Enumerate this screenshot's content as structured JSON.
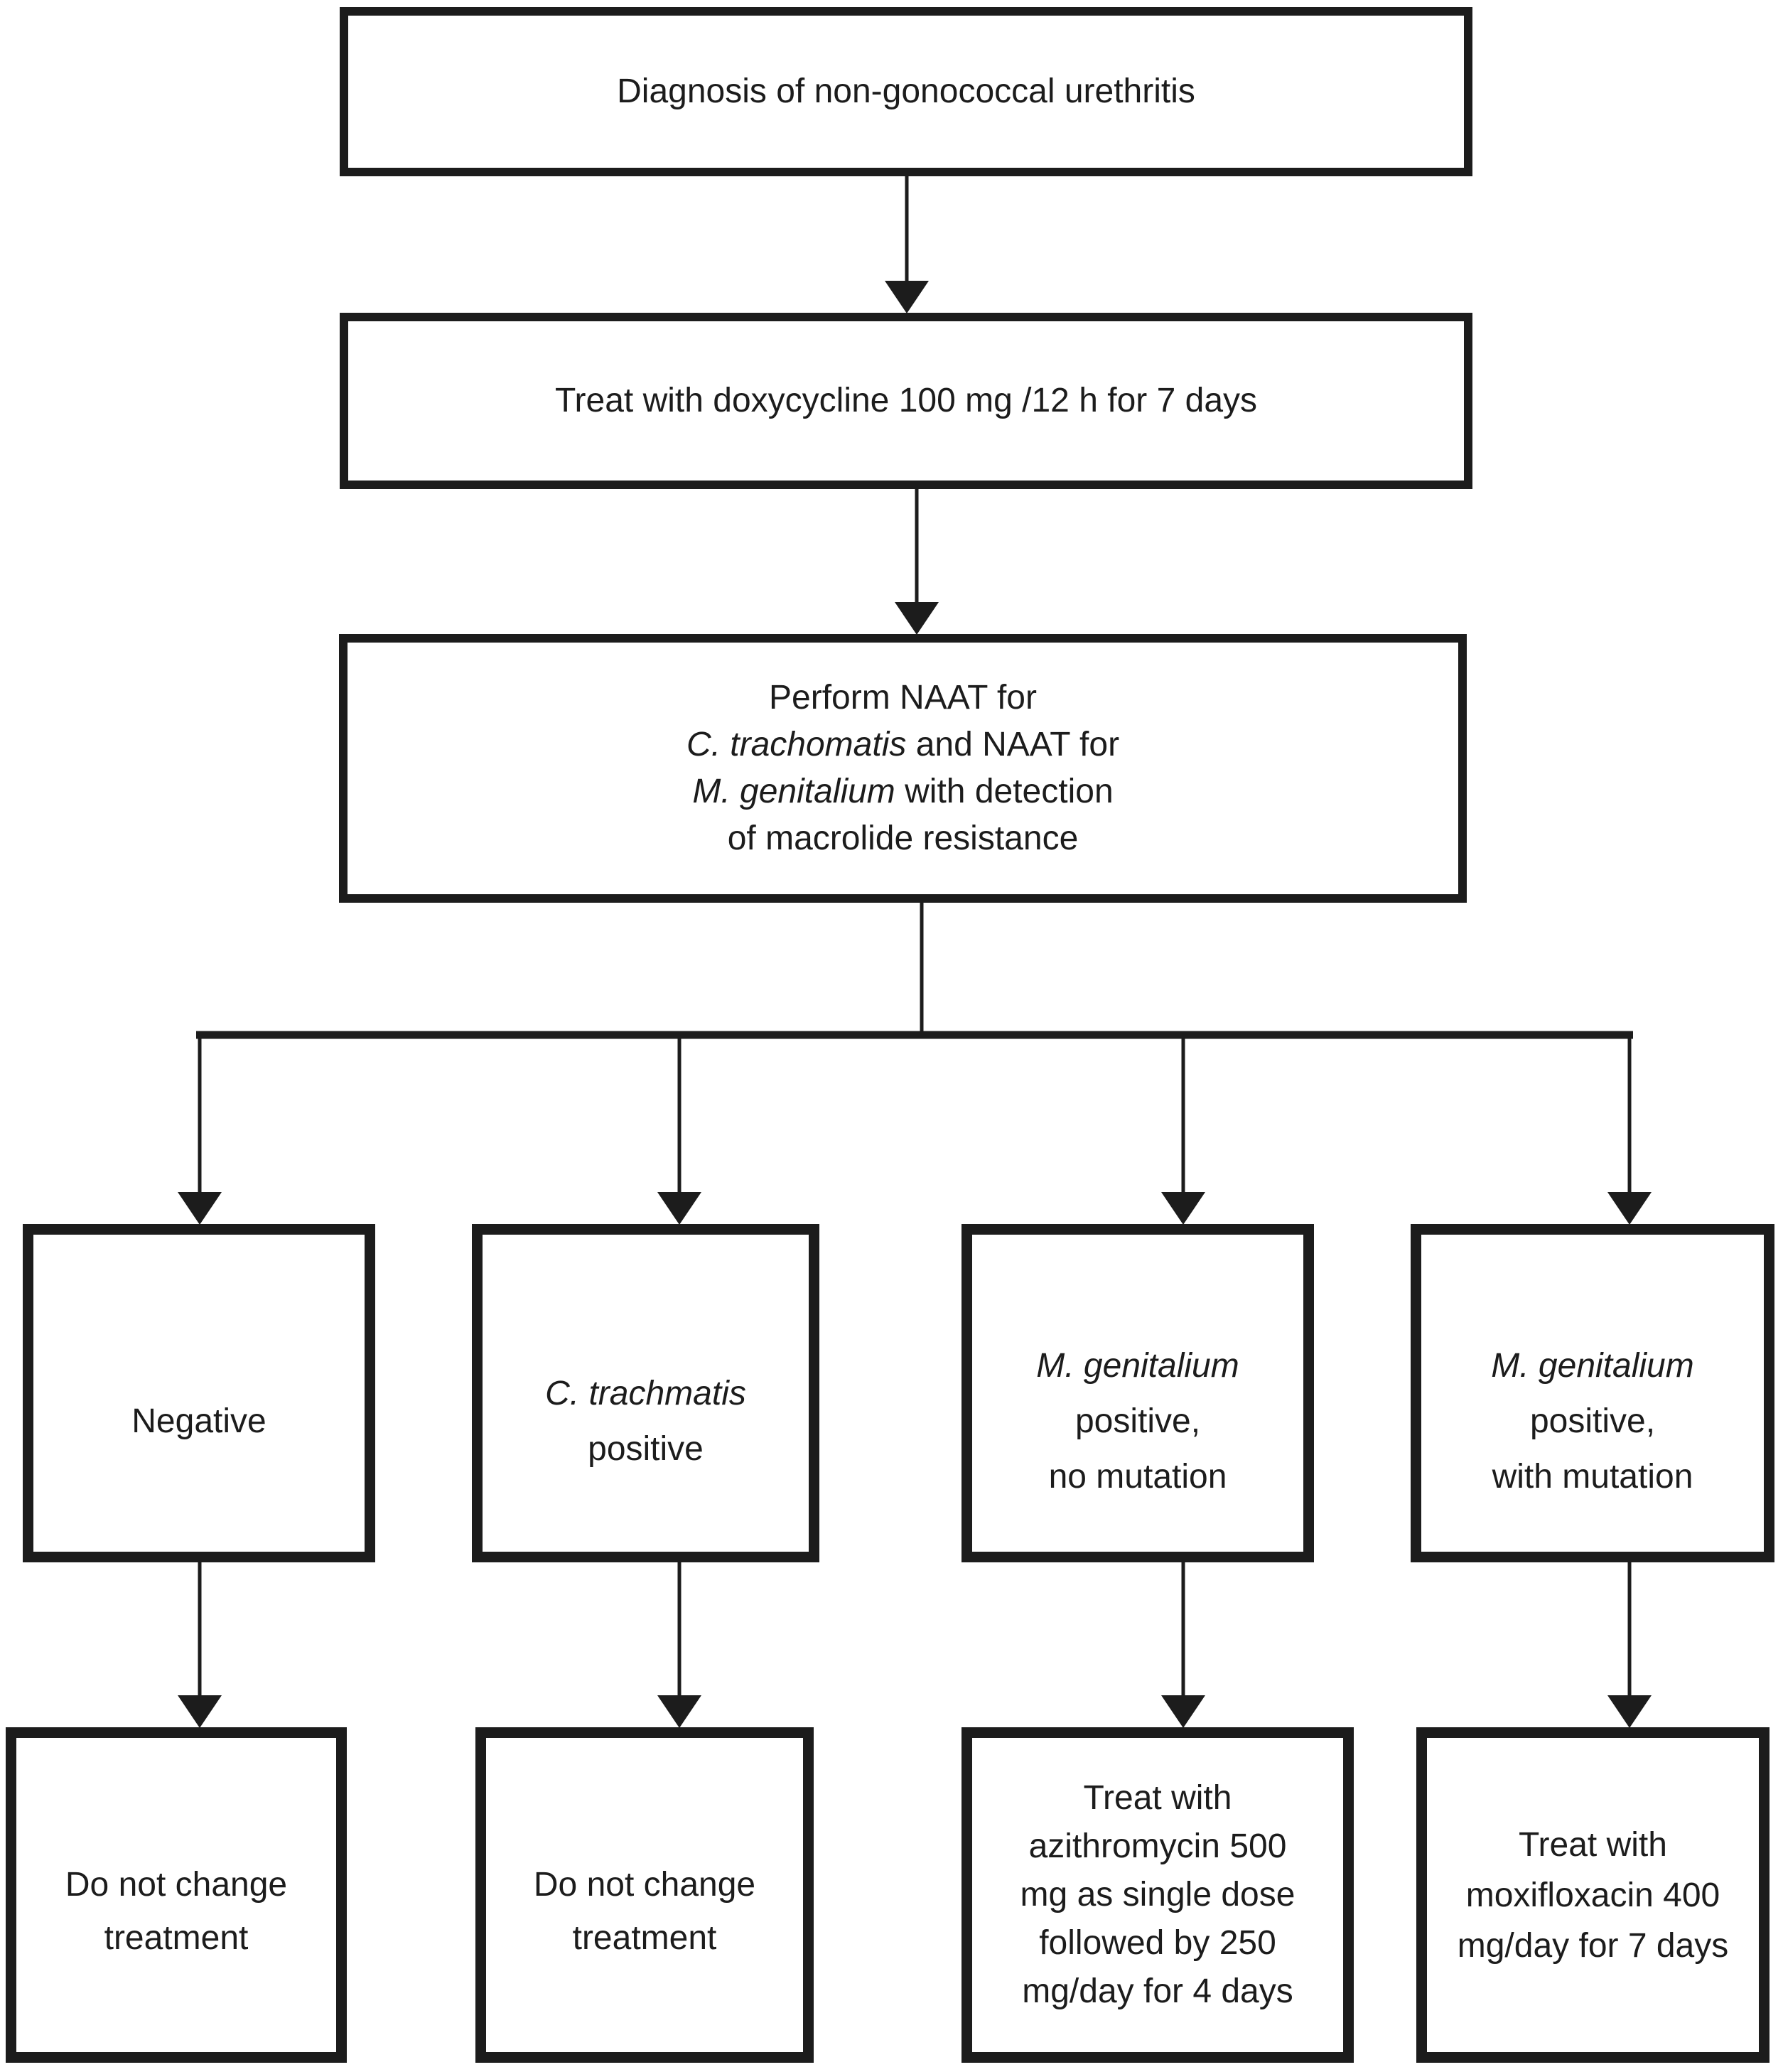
{
  "colors": {
    "ink": "#1c1c1c",
    "background": "#ffffff"
  },
  "flow": {
    "step1": {
      "text": "Diagnosis of non-gonococcal urethritis"
    },
    "step2": {
      "text": "Treat with doxycycline 100 mg /12 h for 7 days"
    },
    "step3": {
      "line1": "Perform NAAT for",
      "line2_species": "C. trachomatis",
      "line2_rest": " and NAAT for",
      "line3_species": "M. genitalium",
      "line3_rest": " with detection",
      "line4": "of macrolide resistance"
    },
    "outcomes": [
      {
        "line1": "Negative"
      },
      {
        "species": "C. trachmatis",
        "line2": "positive"
      },
      {
        "species": "M. genitalium",
        "line2": "positive,",
        "line3": "no mutation"
      },
      {
        "species": "M. genitalium",
        "line2": "positive,",
        "line3": "with mutation"
      }
    ],
    "treatments": [
      {
        "line1": "Do not change",
        "line2": "treatment"
      },
      {
        "line1": "Do not change",
        "line2": "treatment"
      },
      {
        "line1": "Treat with",
        "line2": "azithromycin 500",
        "line3": "mg as single dose",
        "line4": "followed by 250",
        "line5": "mg/day for 4 days"
      },
      {
        "line1": "Treat with",
        "line2": "moxifloxacin 400",
        "line3": "mg/day for 7 days"
      }
    ]
  }
}
